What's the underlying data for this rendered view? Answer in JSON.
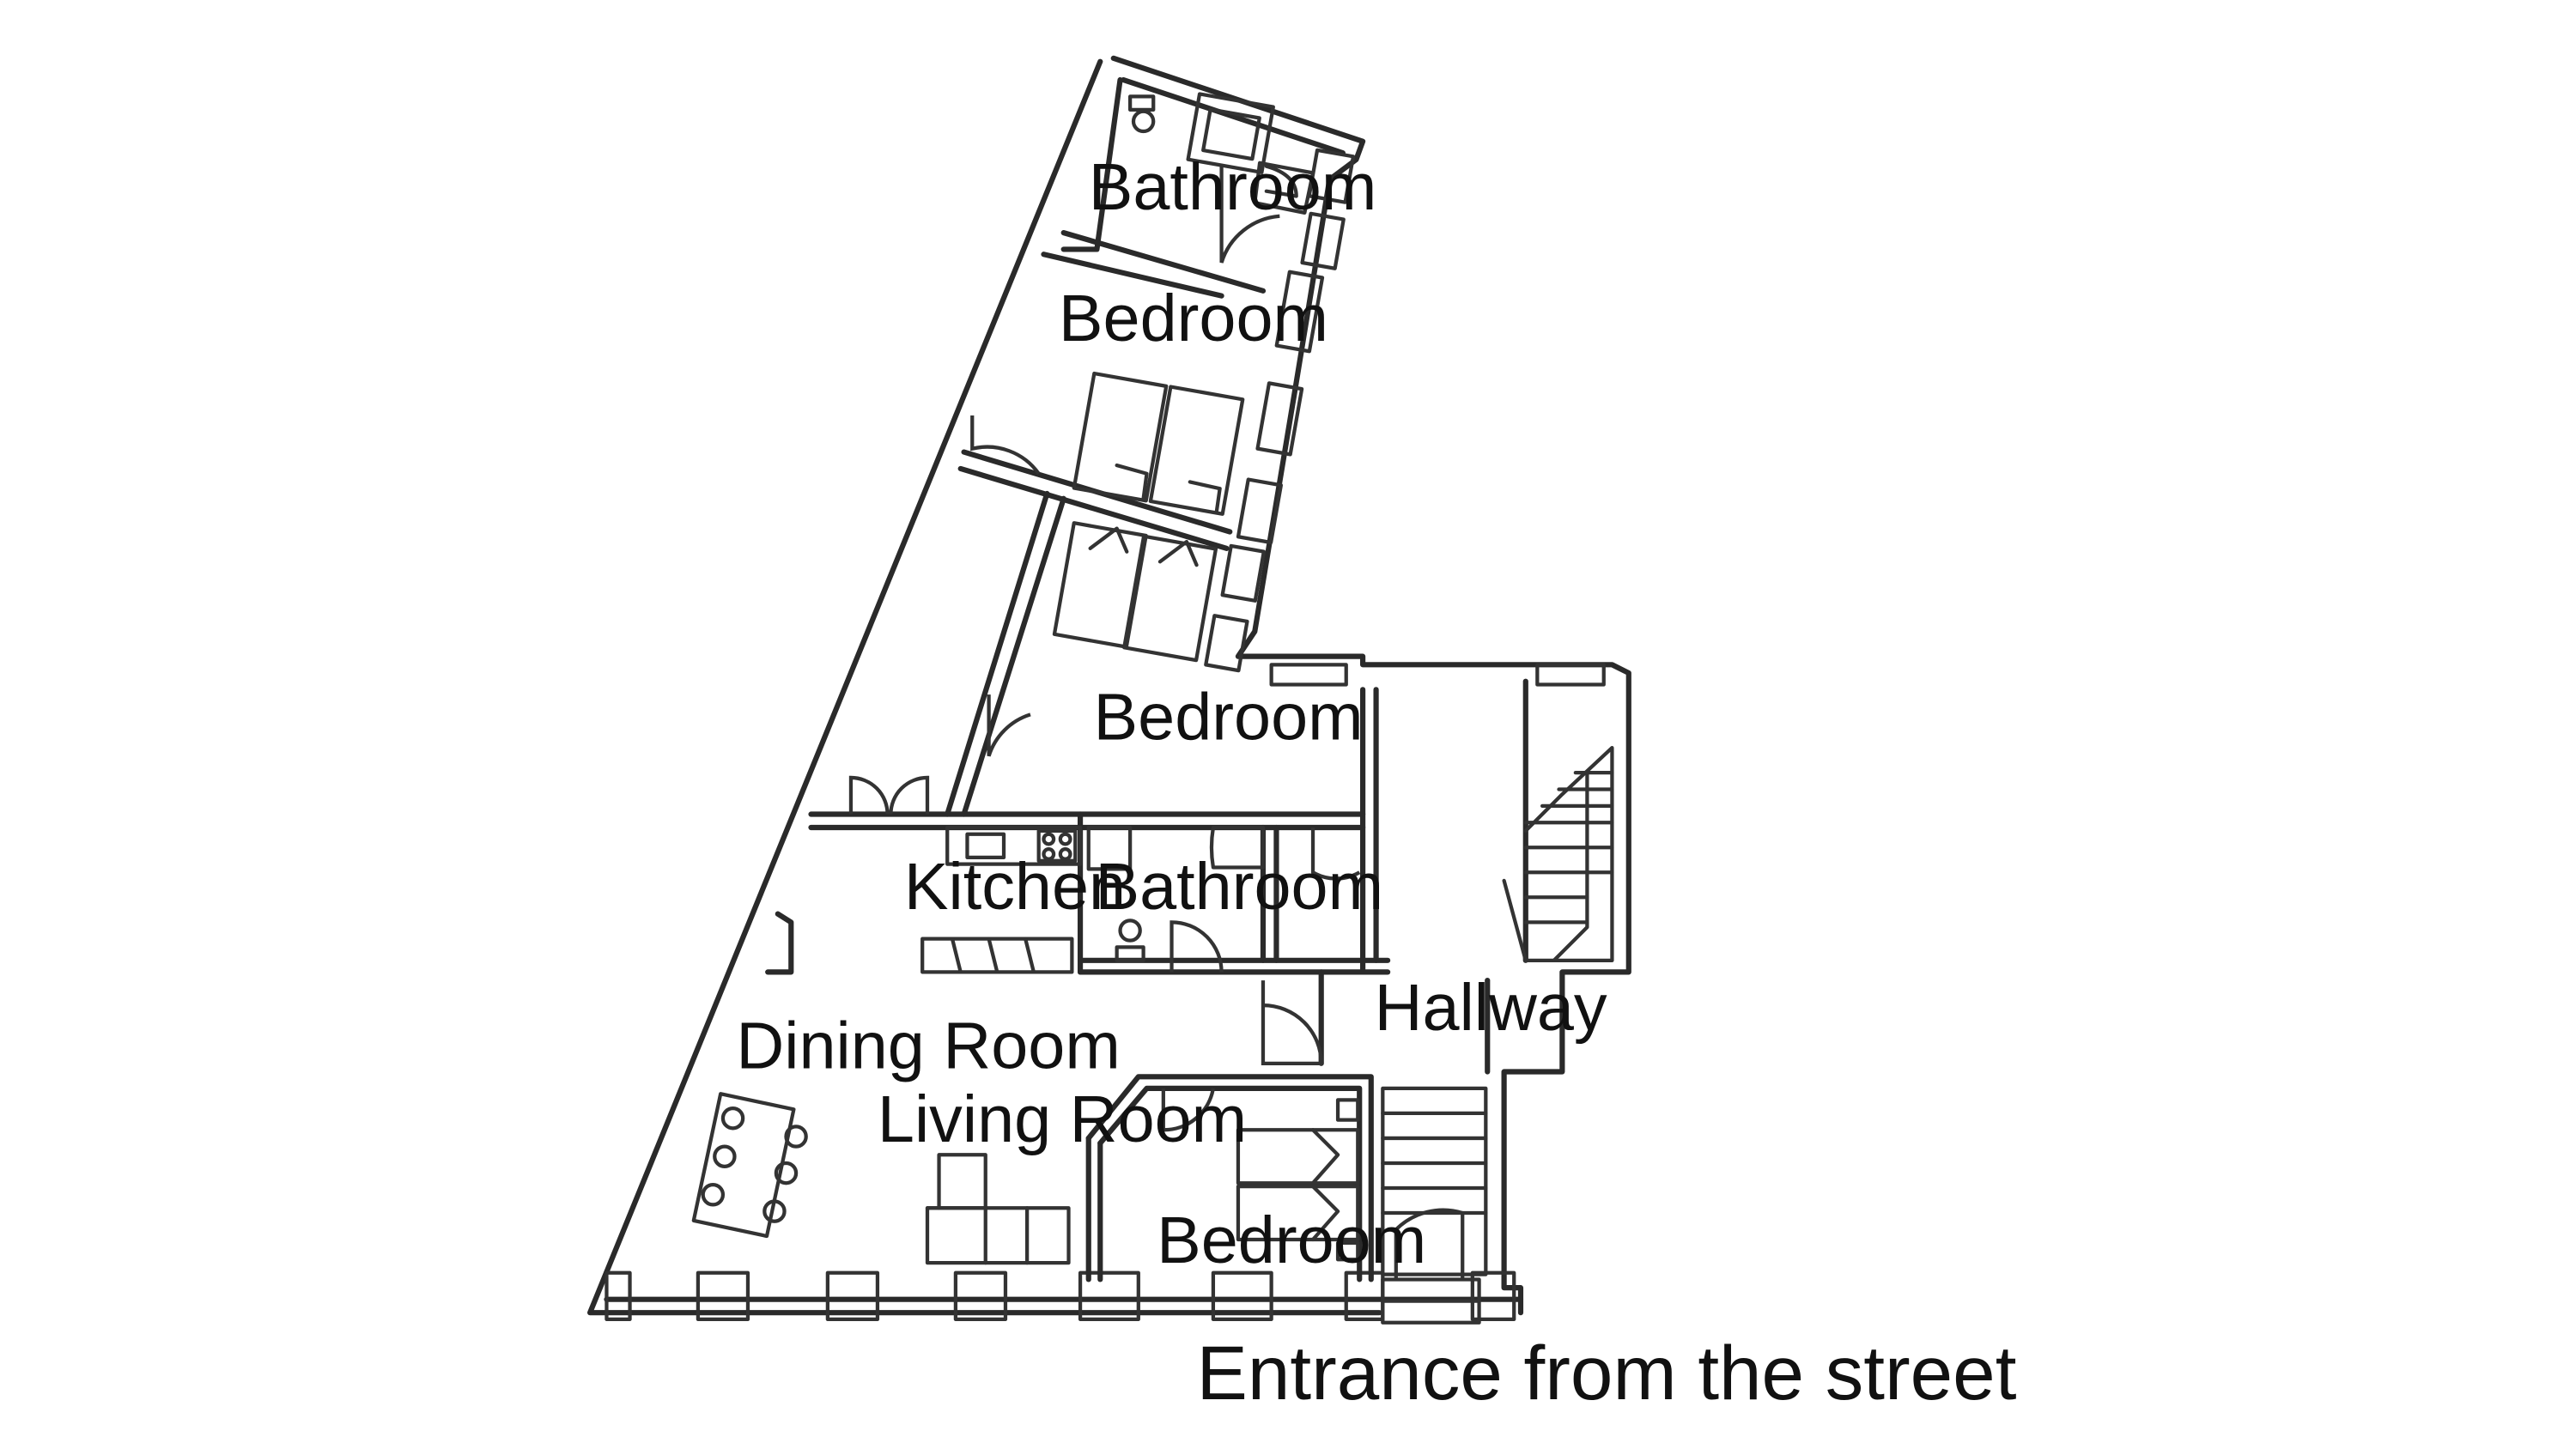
{
  "rooms": {
    "bathroom_upper": "Bathroom",
    "bedroom_upper": "Bedroom",
    "bedroom_middle": "Bedroom",
    "kitchen": "Kitchen",
    "bathroom_lower": "Bathroom",
    "hallway": "Hallway",
    "dining_room": "Dining Room",
    "living_room": "Living Room",
    "bedroom_lower": "Bedroom"
  },
  "caption": "Entrance from the street"
}
